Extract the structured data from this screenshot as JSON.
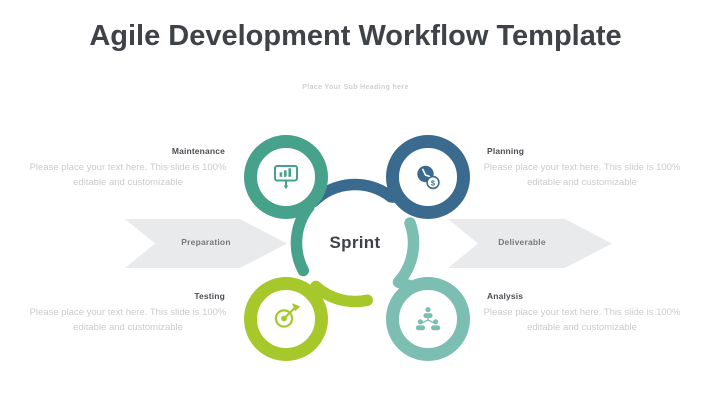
{
  "slide": {
    "title": "Agile Development Workflow Template",
    "subtitle": "Place Your Sub Heading here"
  },
  "center": {
    "label": "Sprint"
  },
  "flow": {
    "left_arrow": "Preparation",
    "right_arrow": "Deliverable"
  },
  "stages": [
    {
      "label": "Maintenance",
      "description": "Please place your text here. This slide is 100% editable and customizable",
      "color": "#47a28b",
      "icon": "presentation-chart-icon",
      "position": "top-left"
    },
    {
      "label": "Planning",
      "description": "Please place your text here. This slide is 100% editable and customizable",
      "color": "#3a6b8f",
      "icon": "time-money-icon",
      "icon_symbol": "$",
      "position": "top-right"
    },
    {
      "label": "Testing",
      "description": "Please place your text here. This slide is 100% editable and customizable",
      "color": "#a6c82a",
      "icon": "target-dart-icon",
      "position": "bottom-left"
    },
    {
      "label": "Analysis",
      "description": "Please place your text here. This slide is 100% editable and customizable",
      "color": "#7cbfb2",
      "icon": "team-hierarchy-icon",
      "position": "bottom-right"
    }
  ],
  "colors": {
    "arrow_fill": "#e9eaeb",
    "title_text": "#3f4247",
    "stage_label_text": "#4b4e53",
    "placeholder_text": "#c9cbcd",
    "arrow_text": "#75787c",
    "sprint_text": "#3f4348"
  }
}
